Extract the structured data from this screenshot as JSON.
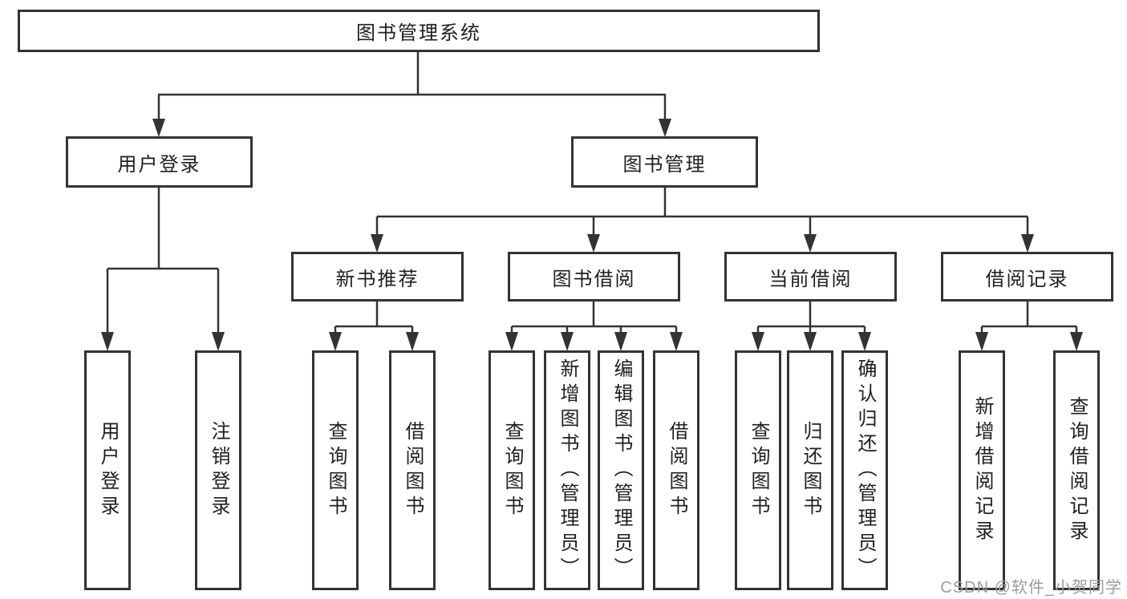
{
  "tree": {
    "label": "图书管理系统",
    "children": [
      {
        "label": "用户登录",
        "children": [
          {
            "label": "用户登录"
          },
          {
            "label": "注销登录"
          }
        ]
      },
      {
        "label": "图书管理",
        "children": [
          {
            "label": "新书推荐",
            "children": [
              {
                "label": "查询图书"
              },
              {
                "label": "借阅图书"
              }
            ]
          },
          {
            "label": "图书借阅",
            "children": [
              {
                "label": "查询图书"
              },
              {
                "label": "新增图书（管理员）"
              },
              {
                "label": "编辑图书（管理员）"
              },
              {
                "label": "借阅图书"
              }
            ]
          },
          {
            "label": "当前借阅",
            "children": [
              {
                "label": "查询图书"
              },
              {
                "label": "归还图书"
              },
              {
                "label": "确认归还（管理员）"
              }
            ]
          },
          {
            "label": "借阅记录",
            "children": [
              {
                "label": "新增借阅记录"
              },
              {
                "label": "查询借阅记录"
              }
            ]
          }
        ]
      }
    ]
  },
  "watermark": "CSDN @软件_小贺同学",
  "colors": {
    "line": "#333333",
    "box_border": "#333333",
    "text": "#1f1f1f",
    "watermark": "#9c9c9c",
    "background": "#ffffff"
  }
}
